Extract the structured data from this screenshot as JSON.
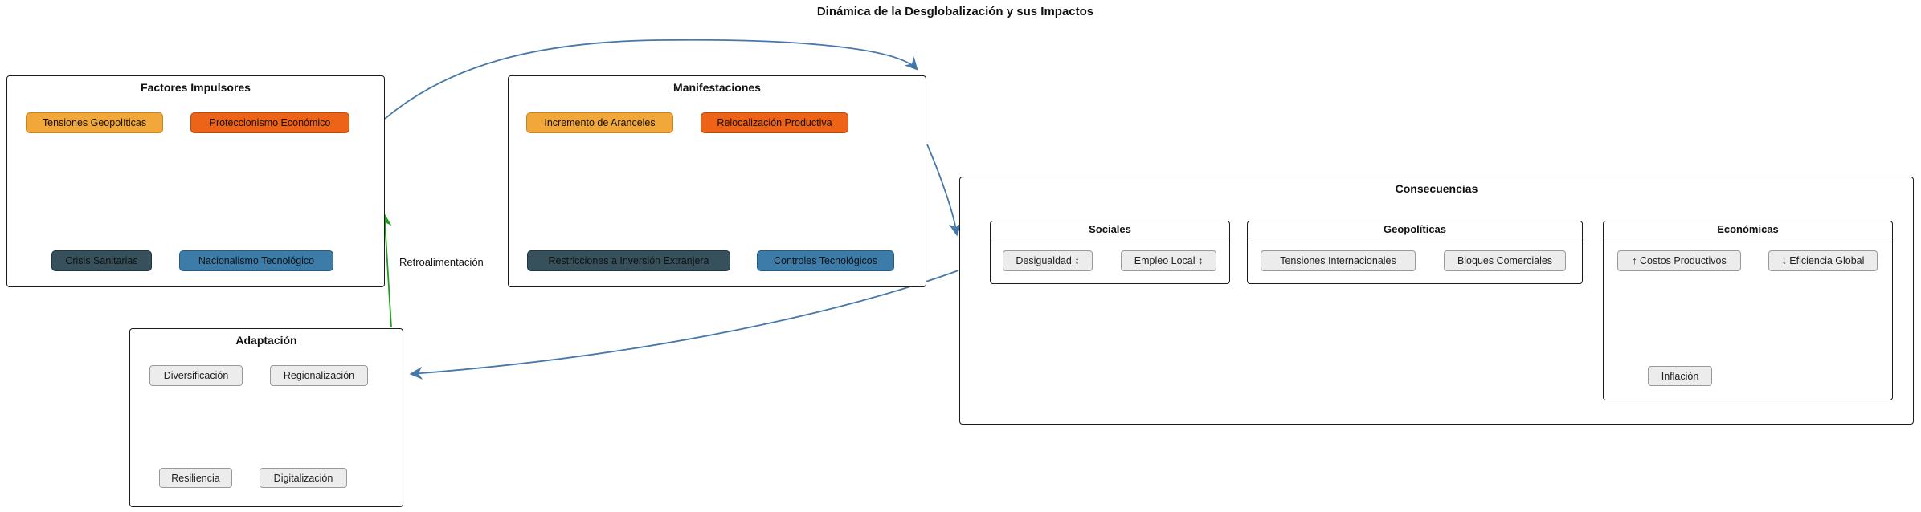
{
  "title": "Dinámica de la Desglobalización y sus Impactos",
  "edges": {
    "feedback_label": "Retroalimentación"
  },
  "colors": {
    "warm_fill": "#F2A73B",
    "warm_border": "#C98318",
    "hot_fill": "#ED6419",
    "hot_border": "#B94D10",
    "dark_fill": "#36505C",
    "dark_border": "#22343C",
    "steel_fill": "#3D7CA8",
    "steel_border": "#295A7E",
    "neutral_fill": "#ECECEC",
    "neutral_border": "#999999",
    "box_border": "#1A1A1A",
    "edge_blue": "#4678A8",
    "edge_green": "#1F9D1F"
  },
  "groups": [
    {
      "id": "factores",
      "label": "Factores Impulsores"
    },
    {
      "id": "manifestaciones",
      "label": "Manifestaciones"
    },
    {
      "id": "consecuencias",
      "label": "Consecuencias"
    },
    {
      "id": "sociales",
      "label": "Sociales",
      "titlebar": true
    },
    {
      "id": "geopoliticas",
      "label": "Geopolíticas",
      "titlebar": true
    },
    {
      "id": "economicas",
      "label": "Económicas",
      "titlebar": true
    },
    {
      "id": "adaptacion",
      "label": "Adaptación"
    }
  ],
  "nodes": [
    {
      "id": "tensiones-geopoliticas",
      "label": "Tensiones Geopolíticas",
      "style": "warm"
    },
    {
      "id": "proteccionismo-economico",
      "label": "Proteccionismo Económico",
      "style": "hot"
    },
    {
      "id": "crisis-sanitarias",
      "label": "Crisis Sanitarias",
      "style": "dark"
    },
    {
      "id": "nacionalismo-tecnologico",
      "label": "Nacionalismo Tecnológico",
      "style": "steel"
    },
    {
      "id": "incremento-aranceles",
      "label": "Incremento de Aranceles",
      "style": "warm"
    },
    {
      "id": "relocalizacion-productiva",
      "label": "Relocalización Productiva",
      "style": "hot"
    },
    {
      "id": "restricciones-inversion",
      "label": "Restricciones a Inversión Extranjera",
      "style": "dark"
    },
    {
      "id": "controles-tecnologicos",
      "label": "Controles Tecnológicos",
      "style": "steel"
    },
    {
      "id": "desigualdad",
      "label": "Desigualdad ↕",
      "style": "neutral"
    },
    {
      "id": "empleo-local",
      "label": "Empleo Local ↕",
      "style": "neutral"
    },
    {
      "id": "tensiones-internacionales",
      "label": "Tensiones Internacionales",
      "style": "neutral"
    },
    {
      "id": "bloques-comerciales",
      "label": "Bloques Comerciales",
      "style": "neutral"
    },
    {
      "id": "costos-productivos",
      "label": "↑ Costos Productivos",
      "style": "neutral"
    },
    {
      "id": "eficiencia-global",
      "label": "↓ Eficiencia Global",
      "style": "neutral"
    },
    {
      "id": "inflacion",
      "label": "Inflación",
      "style": "neutral"
    },
    {
      "id": "diversificacion",
      "label": "Diversificación",
      "style": "neutral"
    },
    {
      "id": "regionalizacion",
      "label": "Regionalización",
      "style": "neutral"
    },
    {
      "id": "resiliencia",
      "label": "Resiliencia",
      "style": "neutral"
    },
    {
      "id": "digitalizacion",
      "label": "Digitalización",
      "style": "neutral"
    }
  ]
}
